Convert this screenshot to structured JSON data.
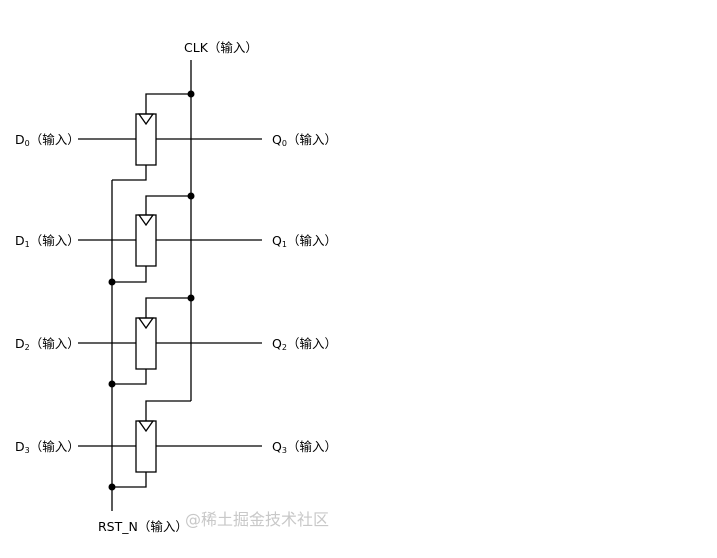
{
  "diagram": {
    "clock_label": "CLK（输入）",
    "reset_label": "RST_N（输入）",
    "stages": [
      {
        "input_base": "D",
        "input_sub": "0",
        "input_suffix": "（输入）",
        "output_base": "Q",
        "output_sub": "0",
        "output_suffix": "（输入）"
      },
      {
        "input_base": "D",
        "input_sub": "1",
        "input_suffix": "（输入）",
        "output_base": "Q",
        "output_sub": "1",
        "output_suffix": "（输入）"
      },
      {
        "input_base": "D",
        "input_sub": "2",
        "input_suffix": "（输入）",
        "output_base": "Q",
        "output_sub": "2",
        "output_suffix": "（输入）"
      },
      {
        "input_base": "D",
        "input_sub": "3",
        "input_suffix": "（输入）",
        "output_base": "Q",
        "output_sub": "3",
        "output_suffix": "（输入）"
      }
    ]
  },
  "watermark": "@稀土掘金技术社区"
}
